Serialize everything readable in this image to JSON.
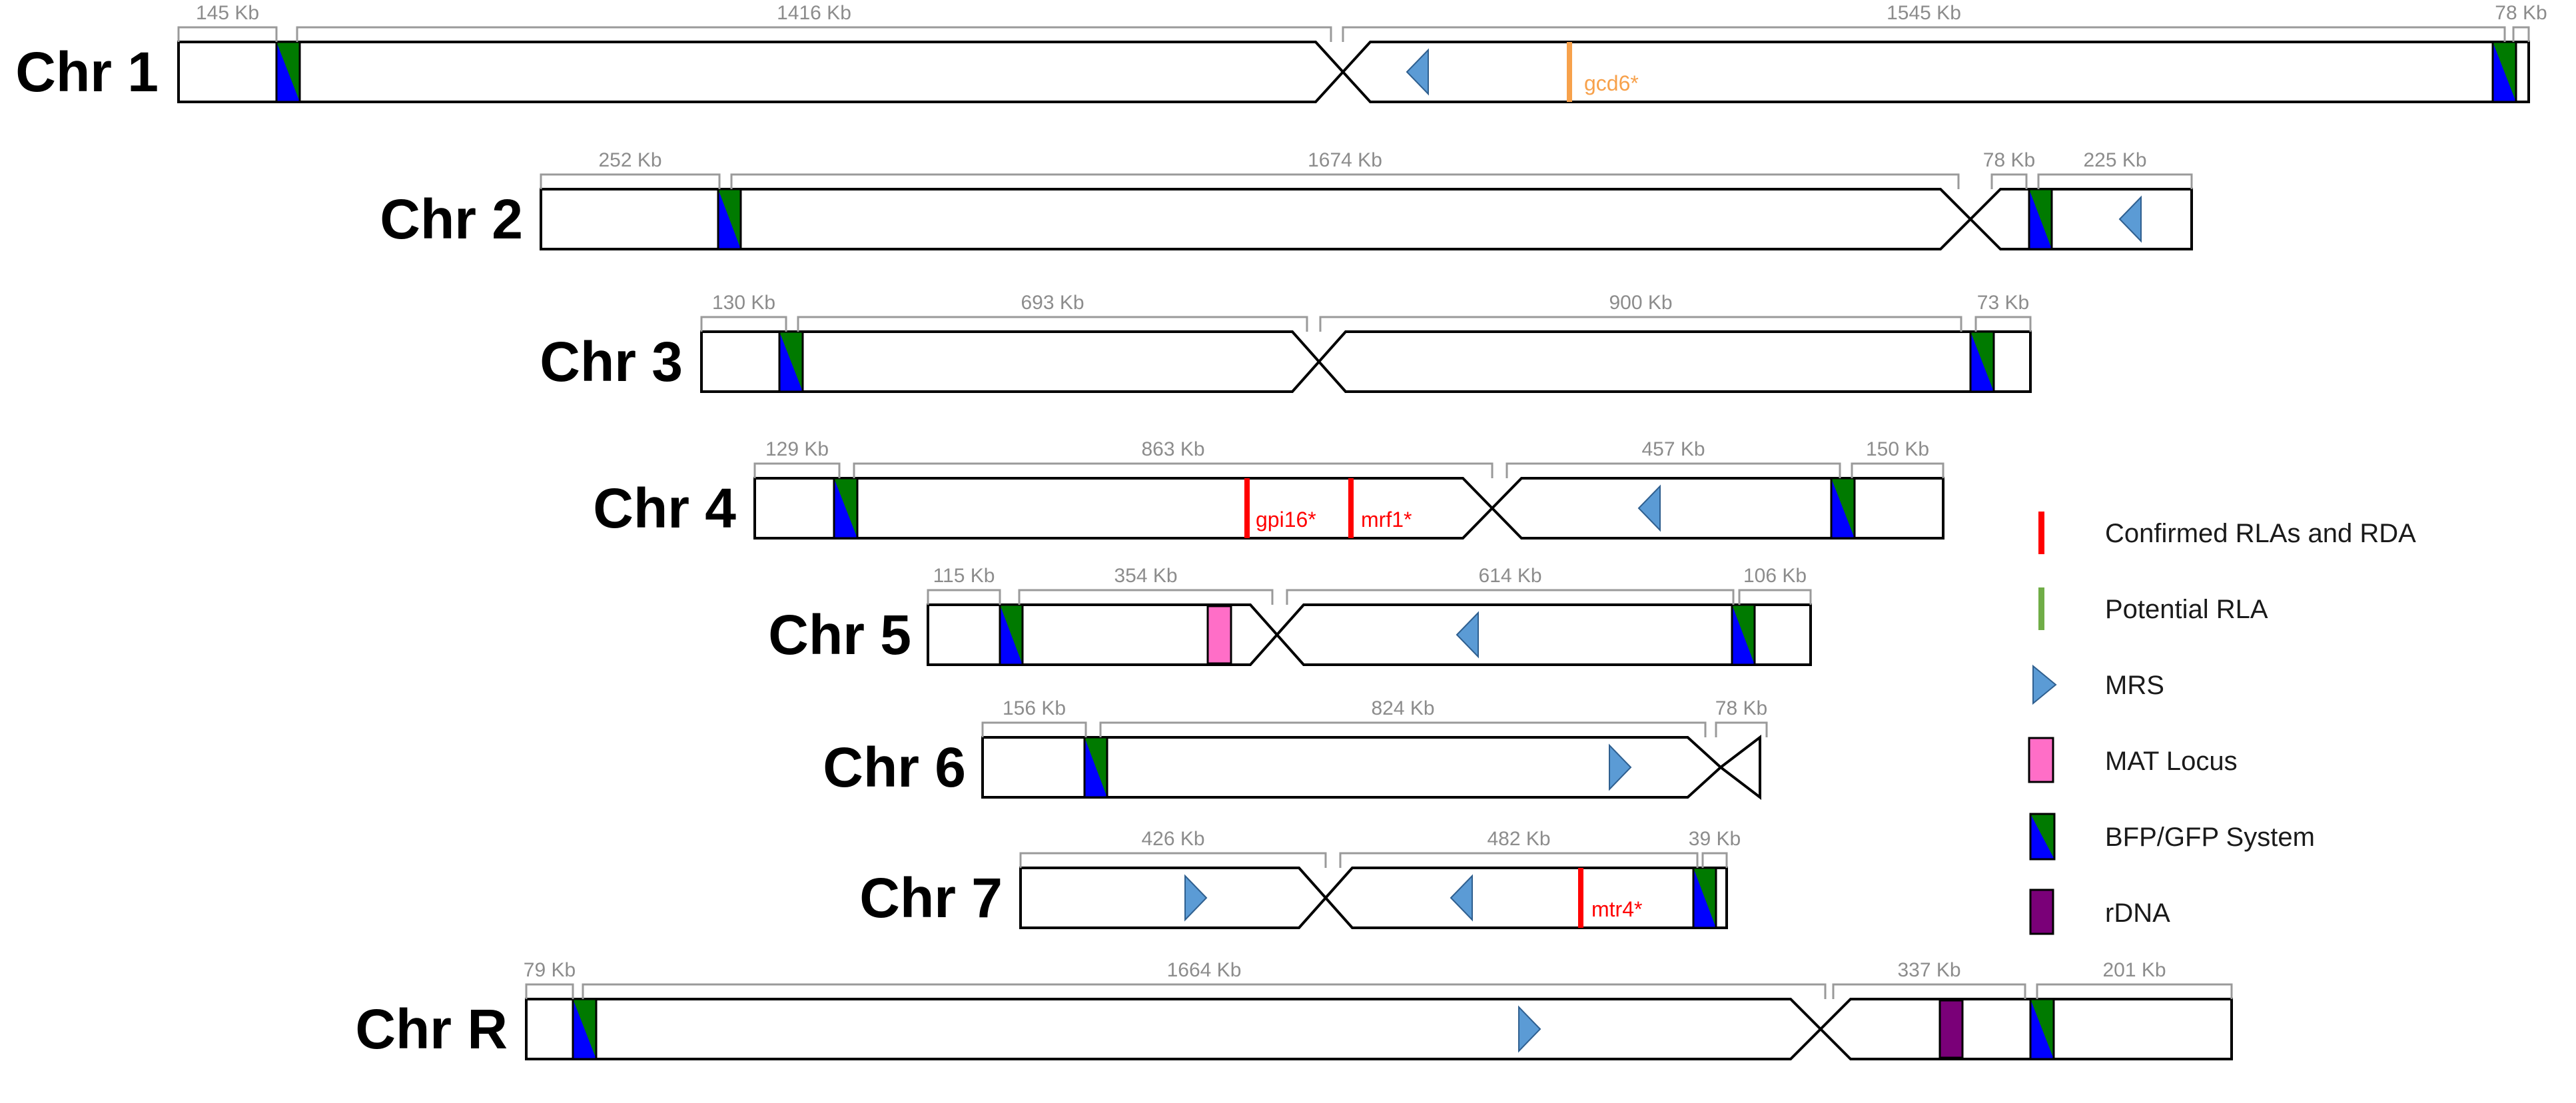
{
  "colors": {
    "confirmed": "#ff0000",
    "potential": "#70ad47",
    "gcd6": "#f7a14b",
    "mrs": "#5b9bd5",
    "mat": "#ff6ec7",
    "bfp": "#0000ff",
    "gfp": "#007a00",
    "rdna": "#7a0078",
    "outline": "#000000",
    "bracket": "#9a9a9a"
  },
  "chromosomes": [
    {
      "id": "chr1",
      "label": "Chr 1",
      "segments": [
        "145 Kb",
        "1416 Kb",
        "1545 Kb",
        "78 Kb"
      ],
      "genes": [
        {
          "label": "gcd6*",
          "type": "gcd6"
        }
      ]
    },
    {
      "id": "chr2",
      "label": "Chr 2",
      "segments": [
        "252 Kb",
        "1674 Kb",
        "78 Kb",
        "225 Kb"
      ],
      "genes": []
    },
    {
      "id": "chr3",
      "label": "Chr 3",
      "segments": [
        "130 Kb",
        "693 Kb",
        "900 Kb",
        "73 Kb"
      ],
      "genes": []
    },
    {
      "id": "chr4",
      "label": "Chr 4",
      "segments": [
        "129 Kb",
        "863 Kb",
        "457 Kb",
        "150 Kb"
      ],
      "genes": [
        {
          "label": "gpi16*",
          "type": "confirmed"
        },
        {
          "label": "mrf1*",
          "type": "confirmed"
        }
      ]
    },
    {
      "id": "chr5",
      "label": "Chr 5",
      "segments": [
        "115 Kb",
        "354 Kb",
        "614 Kb",
        "106 Kb"
      ],
      "genes": []
    },
    {
      "id": "chr6",
      "label": "Chr 6",
      "segments": [
        "156 Kb",
        "824 Kb",
        "78 Kb"
      ],
      "genes": []
    },
    {
      "id": "chr7",
      "label": "Chr 7",
      "segments": [
        "426 Kb",
        "482 Kb",
        "39 Kb"
      ],
      "genes": [
        {
          "label": "mtr4*",
          "type": "confirmed"
        }
      ]
    },
    {
      "id": "chrR",
      "label": "Chr R",
      "segments": [
        "79 Kb",
        "1664 Kb",
        "337 Kb",
        "201 Kb"
      ],
      "genes": []
    }
  ],
  "legend": [
    {
      "key": "confirmed",
      "label": "Confirmed RLAs and RDA"
    },
    {
      "key": "potential",
      "label": "Potential RLA"
    },
    {
      "key": "mrs",
      "label": "MRS"
    },
    {
      "key": "mat",
      "label": "MAT Locus"
    },
    {
      "key": "bfpgfp",
      "label": "BFP/GFP System"
    },
    {
      "key": "rdna",
      "label": "rDNA"
    }
  ]
}
